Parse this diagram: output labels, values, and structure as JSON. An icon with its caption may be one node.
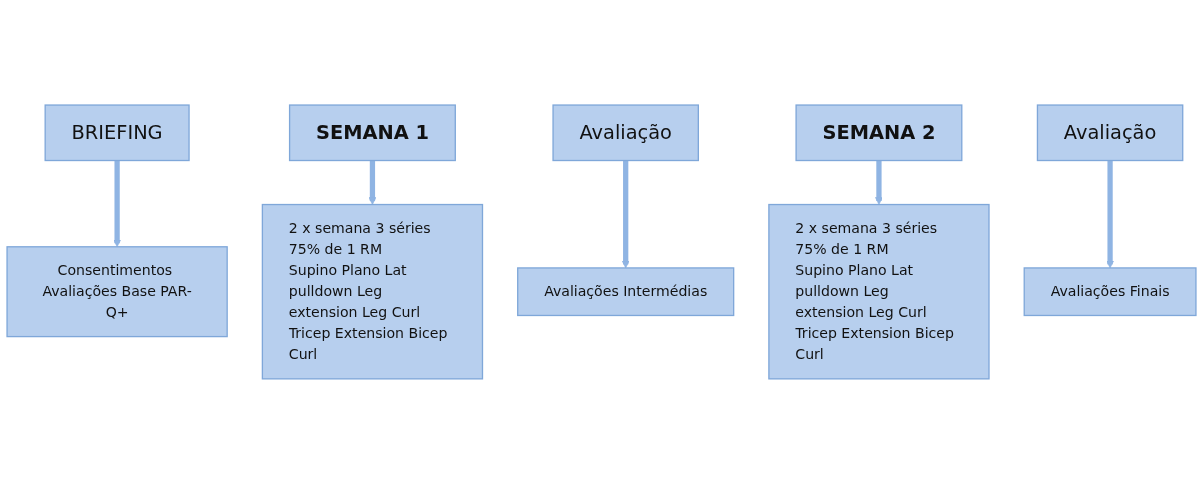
{
  "diagram": {
    "nodes": [
      {
        "text": [
          "BRIEFING"
        ]
      },
      {
        "text": [
          "SEMANA 1"
        ]
      },
      {
        "text": [
          "Avaliação"
        ]
      },
      {
        "text": [
          "SEMANA 2"
        ]
      },
      {
        "text": [
          "Avaliação"
        ]
      },
      {
        "text": [
          "Consentimentos Avaliações Base PAR-Q+"
        ]
      },
      {
        "text": [
          "2 x semana 3 séries 75% de 1 RM",
          "Supino Plano Lat pulldown Leg extension Leg Curl Tricep Extension Bicep Curl"
        ]
      },
      {
        "text": [
          "Avaliações Intermédias"
        ]
      },
      {
        "text": [
          "2 x semana 3 séries 75% de 1 RM",
          "Supino Plano Lat pulldown Leg extension Leg Curl Tricep Extension Bicep Curl"
        ]
      },
      {
        "text": [
          "Avaliações Finais"
        ]
      }
    ],
    "edges": [
      {
        "from": 0,
        "to": 5,
        "arrow": "to"
      },
      {
        "from": 1,
        "to": 6,
        "arrow": "to"
      },
      {
        "from": 2,
        "to": 7,
        "arrow": "to"
      },
      {
        "from": 3,
        "to": 8,
        "arrow": "to"
      },
      {
        "from": 4,
        "to": 9,
        "arrow": "to"
      }
    ]
  }
}
